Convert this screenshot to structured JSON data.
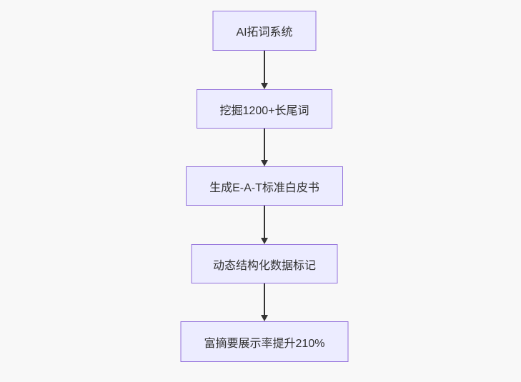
{
  "flowchart": {
    "nodes": [
      {
        "label": "AI拓词系统"
      },
      {
        "label": "挖掘1200+长尾词"
      },
      {
        "label": "生成E-A-T标准白皮书"
      },
      {
        "label": "动态结构化数据标记"
      },
      {
        "label": "富摘要展示率提升210%"
      }
    ],
    "colors": {
      "node_fill": "#ECECFF",
      "node_border": "#9370DB",
      "edge": "#333333",
      "text": "#333333",
      "background": "#f8f8f8"
    }
  }
}
